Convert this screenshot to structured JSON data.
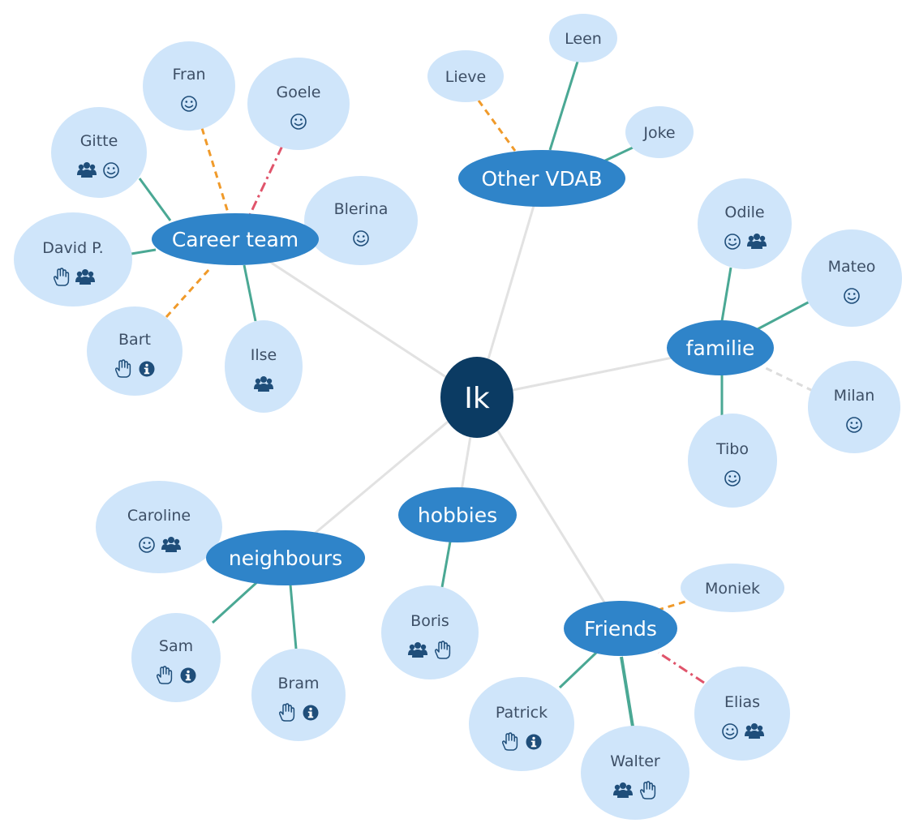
{
  "diagram": {
    "colors": {
      "center_fill": "#0b3b63",
      "group_fill": "#2f84c9",
      "person_fill": "#cfe5fa",
      "link_gray": "#e2e2e2",
      "link_teal": "#4aa894",
      "link_orange": "#f09a2a",
      "link_red": "#e0546b",
      "link_dashed_gray": "#dcdcdc",
      "icon_color": "#1f4e7a"
    },
    "center": {
      "id": "ik",
      "label": "Ik"
    },
    "groups": [
      {
        "id": "career",
        "label": "Career team"
      },
      {
        "id": "vdab",
        "label": "Other VDAB"
      },
      {
        "id": "familie",
        "label": "familie"
      },
      {
        "id": "neighbours",
        "label": "neighbours"
      },
      {
        "id": "hobbies",
        "label": "hobbies"
      },
      {
        "id": "friends",
        "label": "Friends"
      }
    ],
    "people": [
      {
        "id": "fran",
        "label": "Fran",
        "group": "career",
        "link": "orange-dashed",
        "icons": [
          "smiley"
        ]
      },
      {
        "id": "goele",
        "label": "Goele",
        "group": "career",
        "link": "red-dashdot",
        "icons": [
          "smiley"
        ]
      },
      {
        "id": "gitte",
        "label": "Gitte",
        "group": "career",
        "link": "solid",
        "icons": [
          "people",
          "smiley"
        ]
      },
      {
        "id": "blerina",
        "label": "Blerina",
        "group": "career",
        "link": "solid",
        "icons": [
          "smiley"
        ]
      },
      {
        "id": "davidp",
        "label": "David P.",
        "group": "career",
        "link": "solid",
        "icons": [
          "hand",
          "people"
        ]
      },
      {
        "id": "bart",
        "label": "Bart",
        "group": "career",
        "link": "orange-dashed",
        "icons": [
          "hand",
          "info"
        ]
      },
      {
        "id": "ilse",
        "label": "Ilse",
        "group": "career",
        "link": "solid",
        "icons": [
          "people"
        ]
      },
      {
        "id": "leen",
        "label": "Leen",
        "group": "vdab",
        "link": "solid",
        "icons": []
      },
      {
        "id": "lieve",
        "label": "Lieve",
        "group": "vdab",
        "link": "orange-dashed",
        "icons": []
      },
      {
        "id": "joke",
        "label": "Joke",
        "group": "vdab",
        "link": "solid",
        "icons": []
      },
      {
        "id": "odile",
        "label": "Odile",
        "group": "familie",
        "link": "solid",
        "icons": [
          "smiley",
          "people"
        ]
      },
      {
        "id": "mateo",
        "label": "Mateo",
        "group": "familie",
        "link": "solid",
        "icons": [
          "smiley"
        ]
      },
      {
        "id": "milan",
        "label": "Milan",
        "group": "familie",
        "link": "gray-dashed",
        "icons": [
          "smiley"
        ]
      },
      {
        "id": "tibo",
        "label": "Tibo",
        "group": "familie",
        "link": "solid",
        "icons": [
          "smiley"
        ]
      },
      {
        "id": "caroline",
        "label": "Caroline",
        "group": "neighbours",
        "link": "none",
        "icons": [
          "smiley",
          "people"
        ]
      },
      {
        "id": "sam",
        "label": "Sam",
        "group": "neighbours",
        "link": "solid",
        "icons": [
          "hand",
          "info"
        ]
      },
      {
        "id": "bram",
        "label": "Bram",
        "group": "neighbours",
        "link": "solid",
        "icons": [
          "hand",
          "info"
        ]
      },
      {
        "id": "boris",
        "label": "Boris",
        "group": "hobbies",
        "link": "solid",
        "icons": [
          "people",
          "hand"
        ]
      },
      {
        "id": "moniek",
        "label": "Moniek",
        "group": "friends",
        "link": "orange-dashed",
        "icons": []
      },
      {
        "id": "elias",
        "label": "Elias",
        "group": "friends",
        "link": "red-dashdot",
        "icons": [
          "smiley",
          "people"
        ]
      },
      {
        "id": "patrick",
        "label": "Patrick",
        "group": "friends",
        "link": "solid",
        "icons": [
          "hand",
          "info"
        ]
      },
      {
        "id": "walter",
        "label": "Walter",
        "group": "friends",
        "link": "solid-thick",
        "icons": [
          "people",
          "hand"
        ]
      }
    ]
  }
}
